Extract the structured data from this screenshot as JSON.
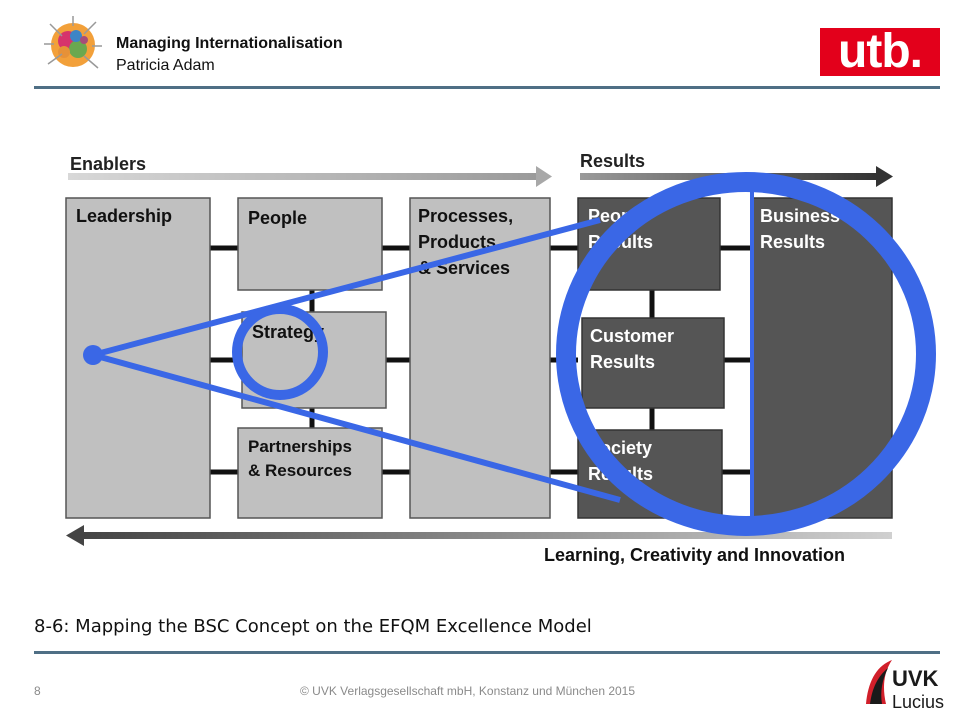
{
  "header": {
    "title": "Managing Internationalisation",
    "author": "Patricia Adam",
    "publisher_logo_text": "utb."
  },
  "diagram": {
    "enablers_label": "Enablers",
    "results_label": "Results",
    "boxes": {
      "leadership": [
        "Leadership"
      ],
      "people": [
        "People"
      ],
      "strategy": [
        "Strategy"
      ],
      "partnerships": [
        "Partnerships",
        "& Resources"
      ],
      "processes": [
        "Processes,",
        "Products",
        "& Services"
      ],
      "people_results": [
        "People",
        "Results"
      ],
      "customer_results": [
        "Customer",
        "Results"
      ],
      "society_results": [
        "Society",
        "Results"
      ],
      "business_results": [
        "Business",
        "Results"
      ]
    },
    "learning_label": "Learning, Creativity and Innovation",
    "colors": {
      "enabler_box": "#c0c0c0",
      "result_box": "#555555",
      "overlay_blue": "#3a67e6"
    }
  },
  "caption": "8-6: Mapping the BSC Concept on the EFQM Excellence Model",
  "footer": {
    "page_number": "8",
    "copyright": "© UVK Verlagsgesellschaft mbH, Konstanz und München 2015",
    "logo_text": [
      "UVK",
      "Lucius"
    ]
  }
}
